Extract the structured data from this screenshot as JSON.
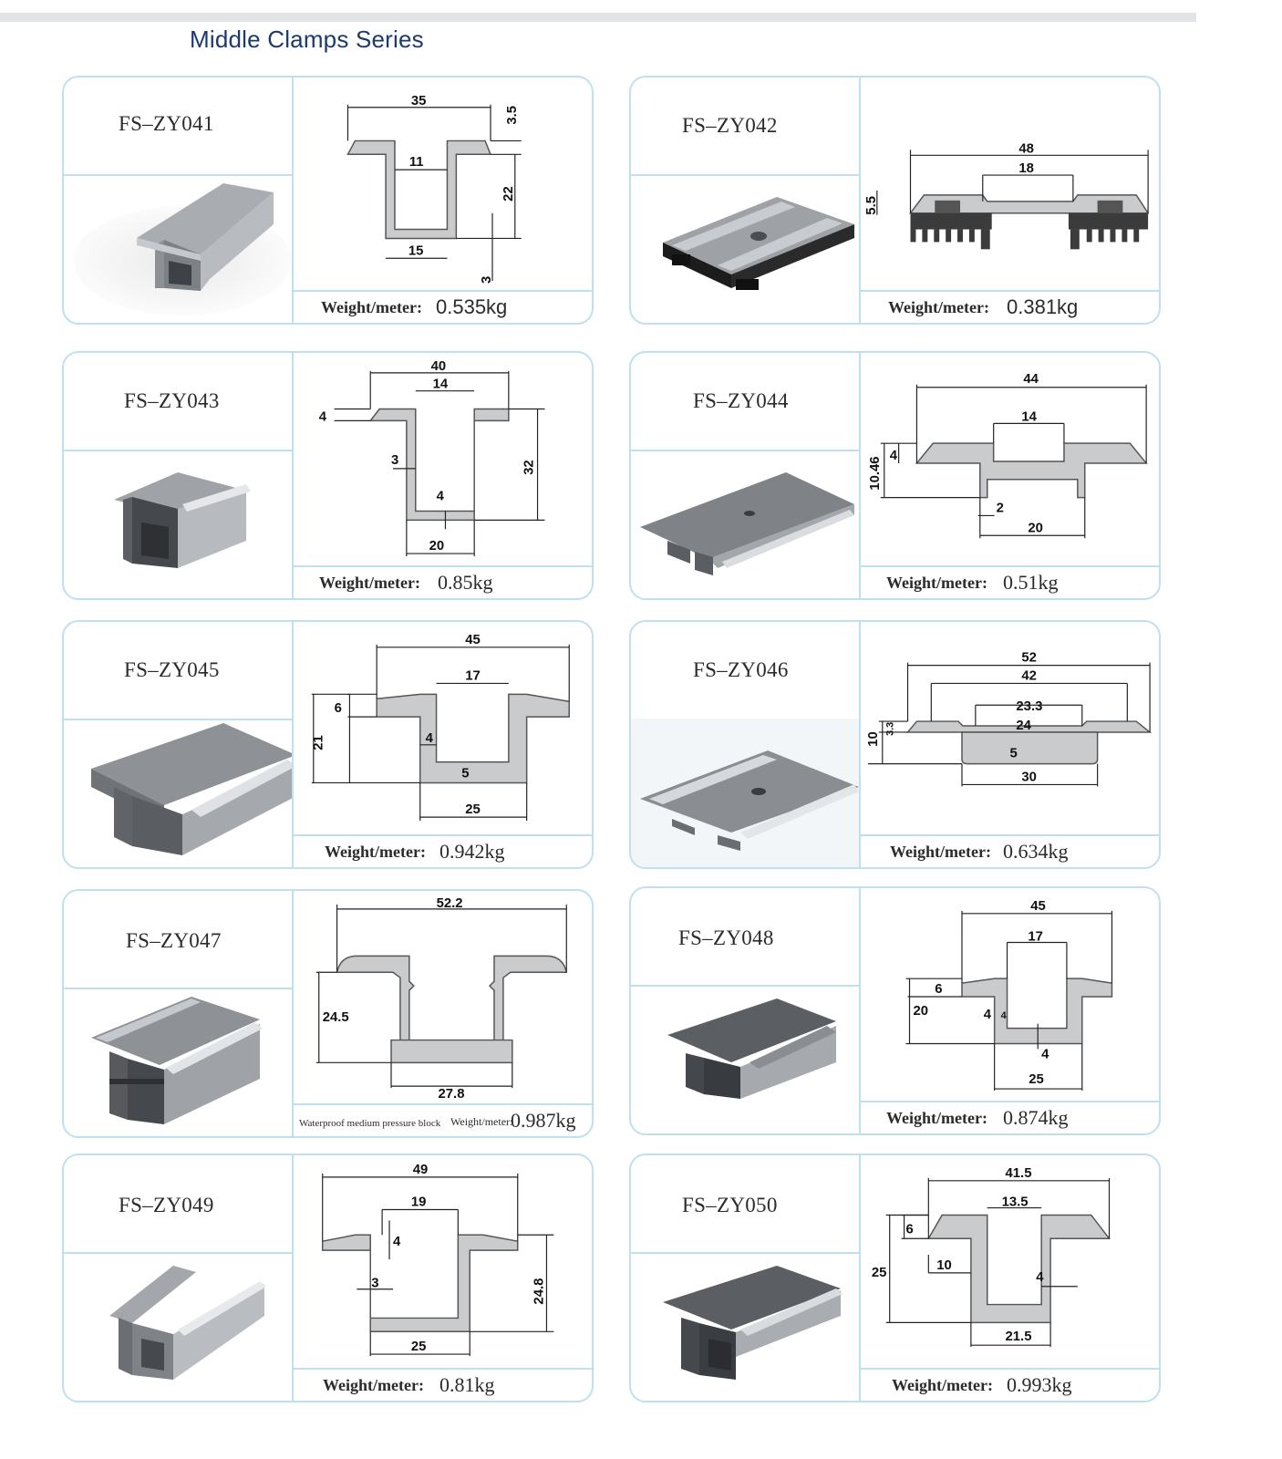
{
  "title": "Middle Clamps Series",
  "weight_label": "Weight/meter:",
  "products": [
    {
      "code": "FS–ZY041",
      "weight": "0.535kg",
      "dims": [
        "35",
        "3.5",
        "11",
        "22",
        "15",
        "3"
      ]
    },
    {
      "code": "FS–ZY042",
      "weight": "0.381kg",
      "dims": [
        "48",
        "18",
        "5.5"
      ]
    },
    {
      "code": "FS–ZY043",
      "weight": "0.85kg",
      "dims": [
        "40",
        "14",
        "4",
        "3",
        "4",
        "32",
        "20"
      ]
    },
    {
      "code": "FS–ZY044",
      "weight": "0.51kg",
      "dims": [
        "44",
        "14",
        "4",
        "10.46",
        "2",
        "20"
      ]
    },
    {
      "code": "FS–ZY045",
      "weight": "0.942kg",
      "dims": [
        "45",
        "17",
        "6",
        "21",
        "4",
        "5",
        "25"
      ]
    },
    {
      "code": "FS–ZY046",
      "weight": "0.634kg",
      "dims": [
        "52",
        "42",
        "23.3",
        "24",
        "3.3",
        "10",
        "5",
        "30"
      ]
    },
    {
      "code": "FS–ZY047",
      "weight": "0.987kg",
      "note": "Waterproof medium pressure block",
      "weight_label_small": "Weight/meter:",
      "dims": [
        "52.2",
        "24.5",
        "27.8"
      ]
    },
    {
      "code": "FS–ZY048",
      "weight": "0.874kg",
      "dims": [
        "45",
        "17",
        "6",
        "20",
        "4",
        "4",
        "4",
        "25"
      ]
    },
    {
      "code": "FS–ZY049",
      "weight": "0.81kg",
      "dims": [
        "49",
        "19",
        "4",
        "3",
        "24.8",
        "25"
      ]
    },
    {
      "code": "FS–ZY050",
      "weight": "0.993kg",
      "dims": [
        "41.5",
        "13.5",
        "6",
        "25",
        "10",
        "4",
        "21.5"
      ]
    }
  ]
}
